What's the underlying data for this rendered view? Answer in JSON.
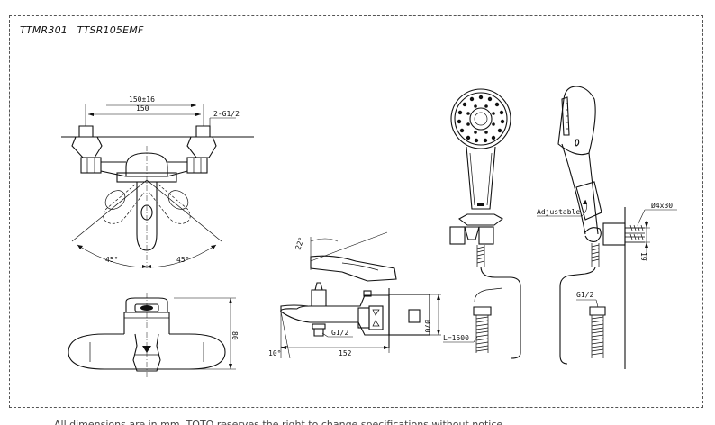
{
  "title": {
    "model_1": "TTMR301",
    "model_2": "TTSR105EMF"
  },
  "front_view": {
    "dim_overall": "150±16",
    "dim_center": "150",
    "dim_connection": "2-G1/2",
    "angle_left": "45°",
    "angle_right": "45°"
  },
  "top_view": {
    "dim_height": "80"
  },
  "side_view": {
    "angle_handle": "22°",
    "angle_spout": "10°",
    "dim_outlet": "G1/2",
    "dim_length": "152",
    "dim_body": "Ø70"
  },
  "hand_shower": {
    "hose_length": "L=1500",
    "hose_connection": "G1/2",
    "adjustable_label": "Adjustable",
    "screw_label": "Ø4x30",
    "bracket_dim": "19"
  },
  "footer_note": "All dimensions are in mm. TOTO reserves the right to change specifications without notice."
}
